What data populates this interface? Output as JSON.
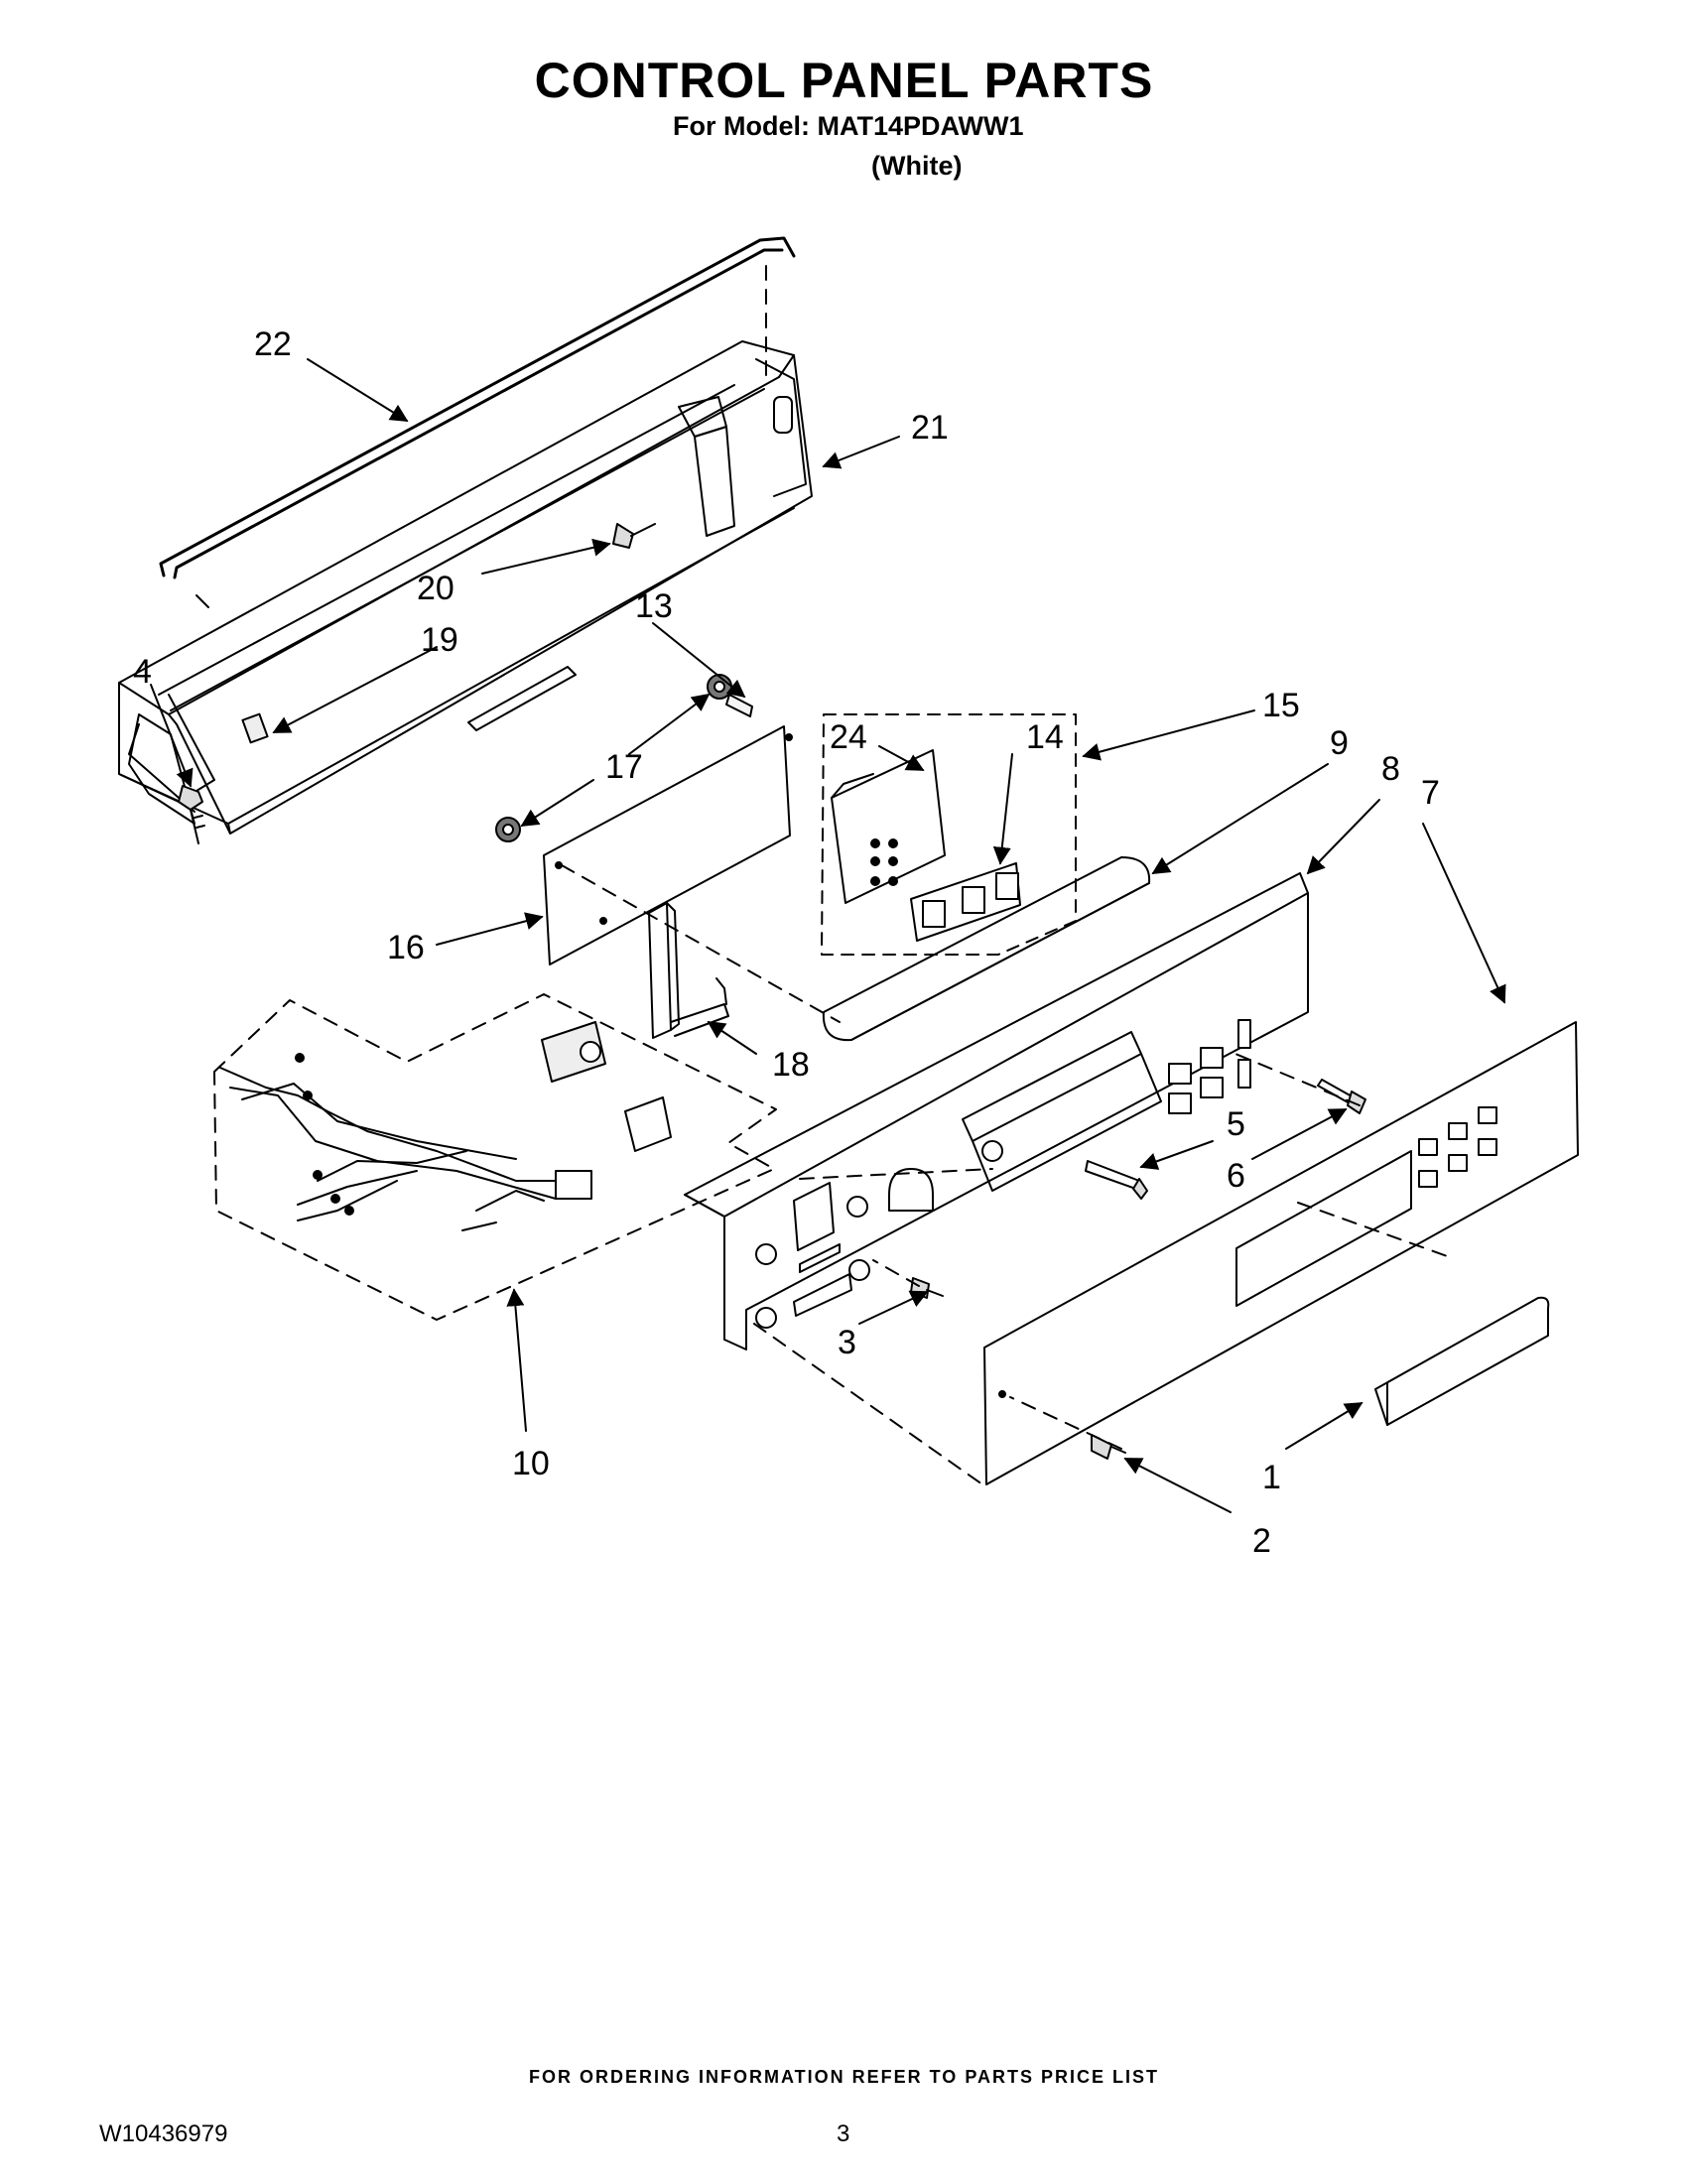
{
  "header": {
    "title": "CONTROL PANEL PARTS",
    "model_line": "For Model: MAT14PDAWW1",
    "color_line": "(White)"
  },
  "callouts": {
    "c1": "1",
    "c2": "2",
    "c3": "3",
    "c4": "4",
    "c5": "5",
    "c6": "6",
    "c7": "7",
    "c8": "8",
    "c9": "9",
    "c10": "10",
    "c13": "13",
    "c14": "14",
    "c15": "15",
    "c16": "16",
    "c17a": "17",
    "c17b": "17",
    "c18": "18",
    "c19": "19",
    "c20": "20",
    "c21": "21",
    "c22": "22",
    "c24": "24"
  },
  "footer": {
    "ordering_note": "FOR ORDERING INFORMATION REFER TO PARTS PRICE LIST",
    "doc_number": "W10436979",
    "page_number": "3"
  }
}
